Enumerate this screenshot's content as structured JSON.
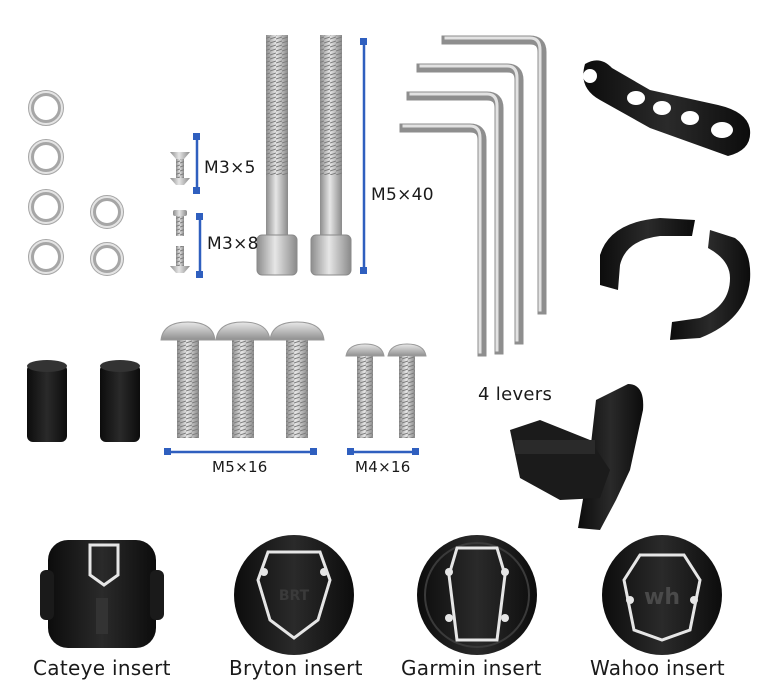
{
  "labels": {
    "m3x5": "M3×5",
    "m3x8": "M3×8",
    "m5x40": "M5×40",
    "levers": "4 levers",
    "m5x16": "M5×16",
    "m4x16": "M4×16",
    "cateye": "Cateye insert",
    "bryton": "Bryton insert",
    "garmin": "Garmin insert",
    "wahoo": "Wahoo insert"
  },
  "insert_marks": {
    "bryton": "BRT",
    "wahoo": "wh"
  },
  "colors": {
    "dimension_line": "#2f5fbf",
    "metal": "#b9b9b9",
    "black_part": "#151515"
  }
}
